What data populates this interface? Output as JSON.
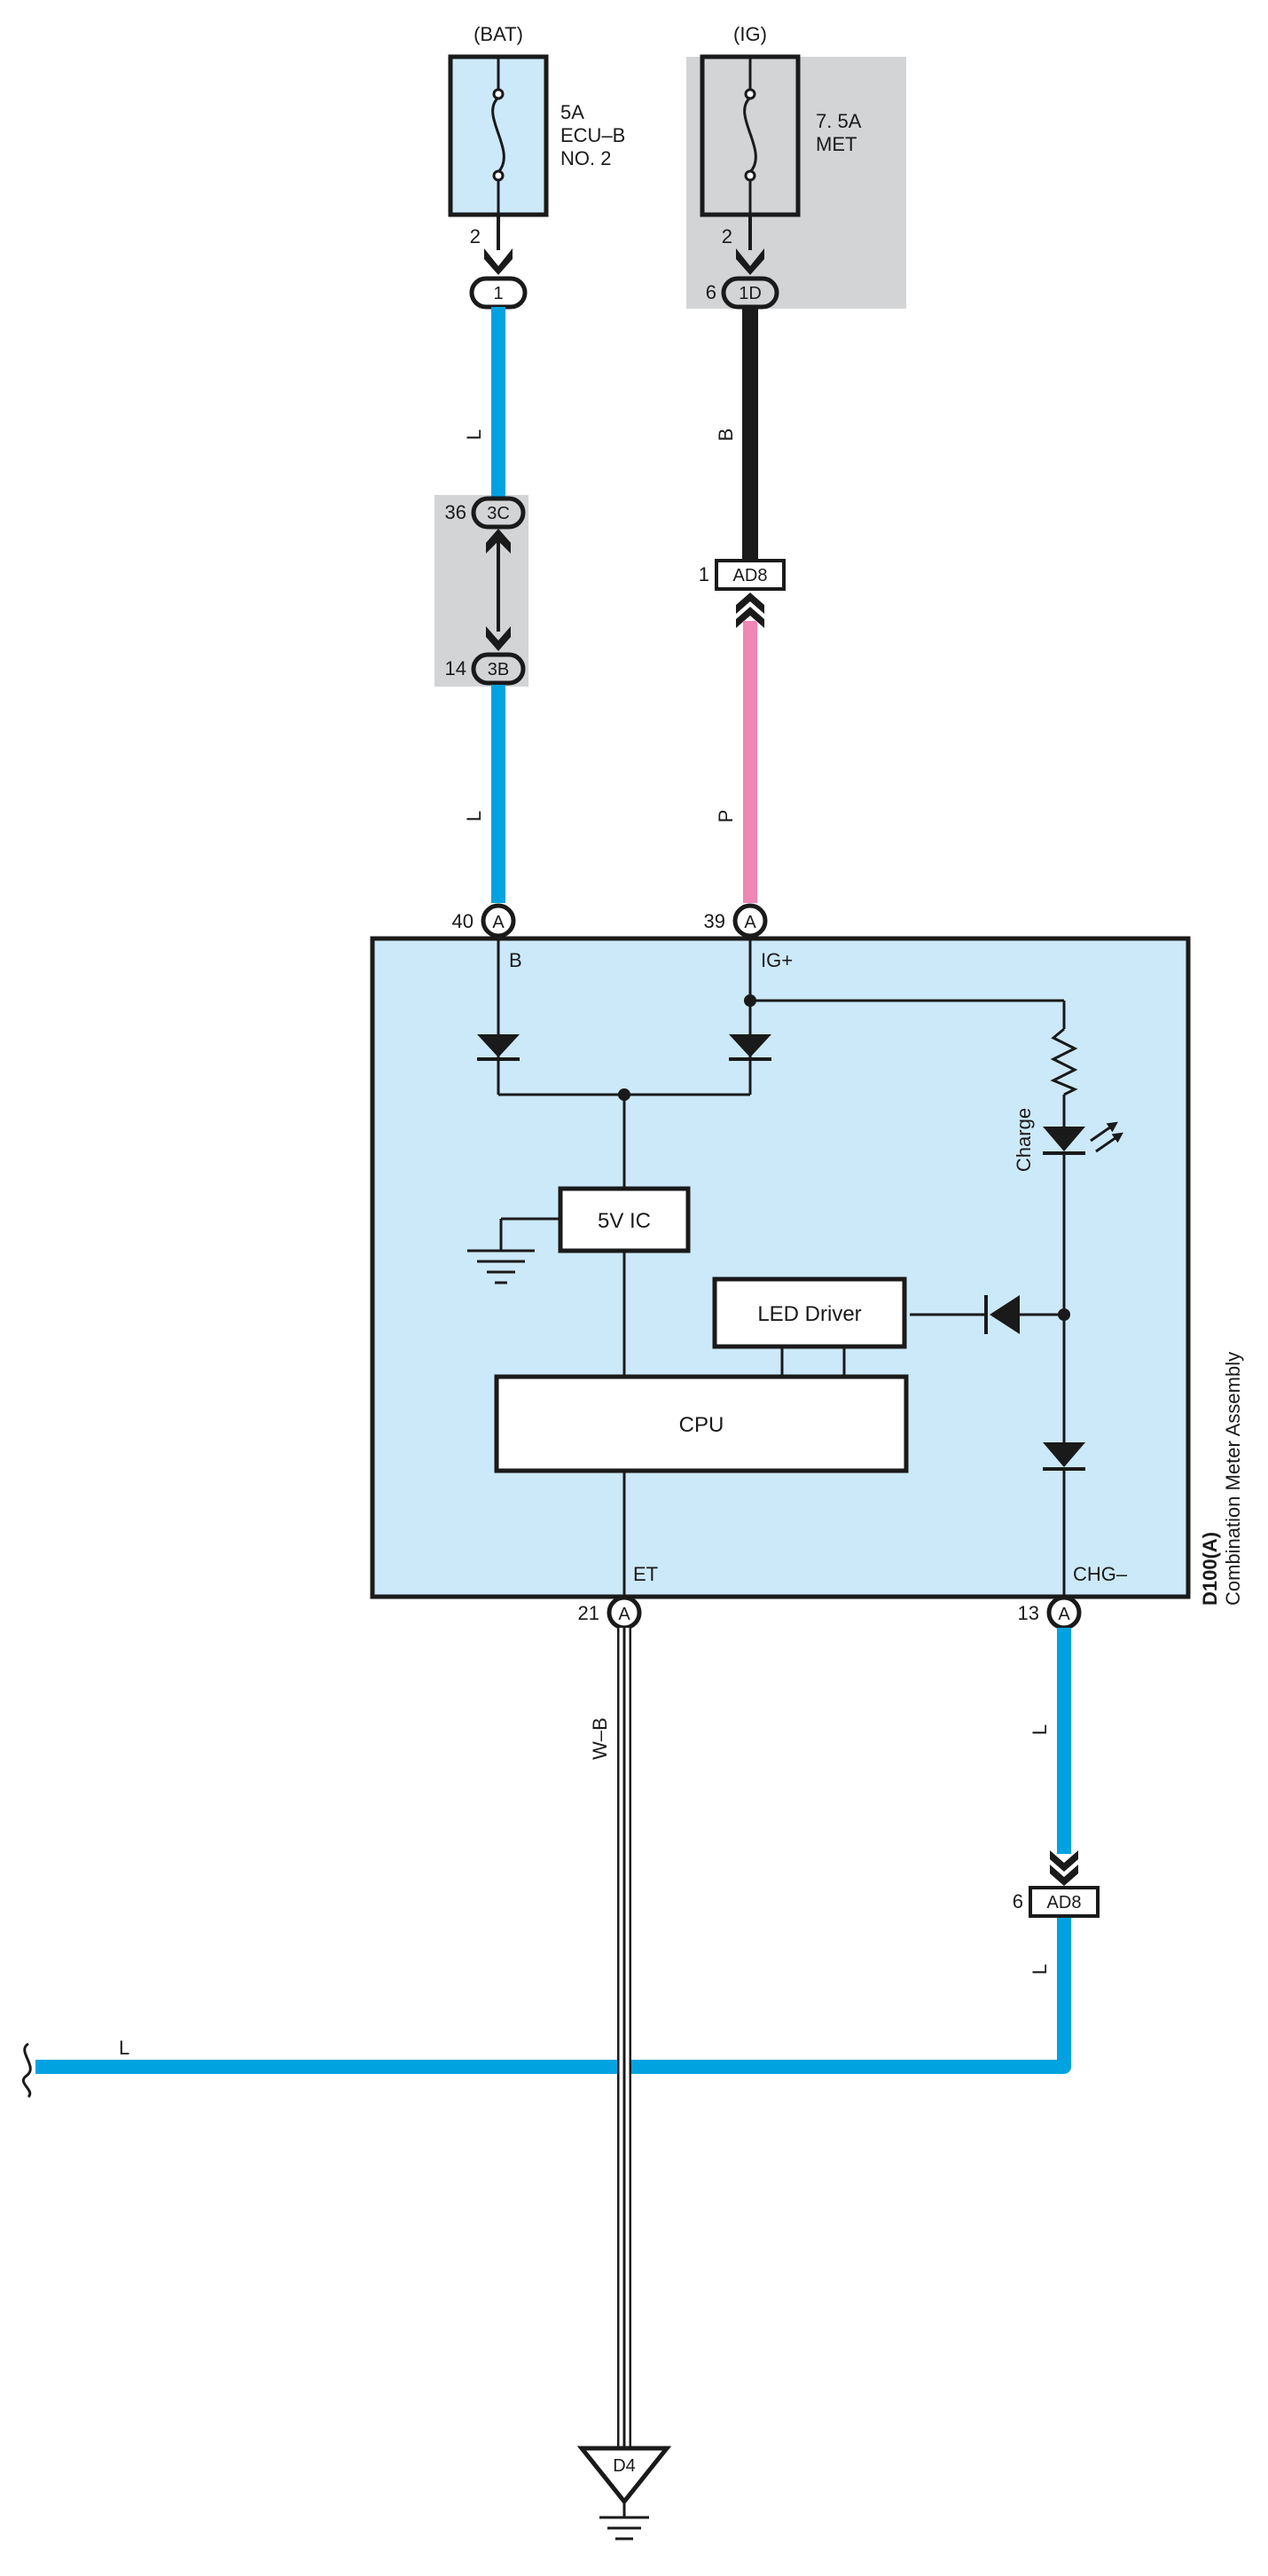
{
  "colors": {
    "wire_blue": "#00a3e0",
    "wire_black": "#1a1a1a",
    "wire_pink": "#ef86b3",
    "module_fill": "#cce9f9",
    "shade_gray": "#d3d4d6",
    "line": "#1a1a1a"
  },
  "fuses": {
    "bat": {
      "supply": "(BAT)",
      "rating": "5A",
      "name_line1": "ECU–B",
      "name_line2": "NO. 2",
      "pin": "2",
      "connector": "1"
    },
    "ig": {
      "supply": "(IG)",
      "rating": "7. 5A",
      "name_line1": "MET",
      "pin": "2",
      "connector_pin": "6",
      "connector": "1D"
    }
  },
  "wires": {
    "bat_upper": "L",
    "bat_lower": "L",
    "ig_upper": "B",
    "ig_lower": "P",
    "et_ground": "W–B",
    "chg_upper": "L",
    "chg_lower": "L",
    "horizontal": "L"
  },
  "junctions": {
    "j3c": {
      "pin": "36",
      "label": "3C"
    },
    "j3b": {
      "pin": "14",
      "label": "3B"
    },
    "ad8_top": {
      "pin": "1",
      "label": "AD8"
    },
    "ad8_bottom": {
      "pin": "6",
      "label": "AD8"
    }
  },
  "module": {
    "id": "D100(A)",
    "name": "Combination Meter Assembly",
    "terminals": {
      "b": {
        "pin": "40",
        "conn": "A",
        "name": "B"
      },
      "ig": {
        "pin": "39",
        "conn": "A",
        "name": "IG+"
      },
      "et": {
        "pin": "21",
        "conn": "A",
        "name": "ET"
      },
      "chg": {
        "pin": "13",
        "conn": "A",
        "name": "CHG–"
      }
    },
    "blocks": {
      "regulator": "5V IC",
      "led_driver": "LED Driver",
      "cpu": "CPU"
    },
    "charge_lamp": "Charge"
  },
  "ground": {
    "label": "D4"
  }
}
